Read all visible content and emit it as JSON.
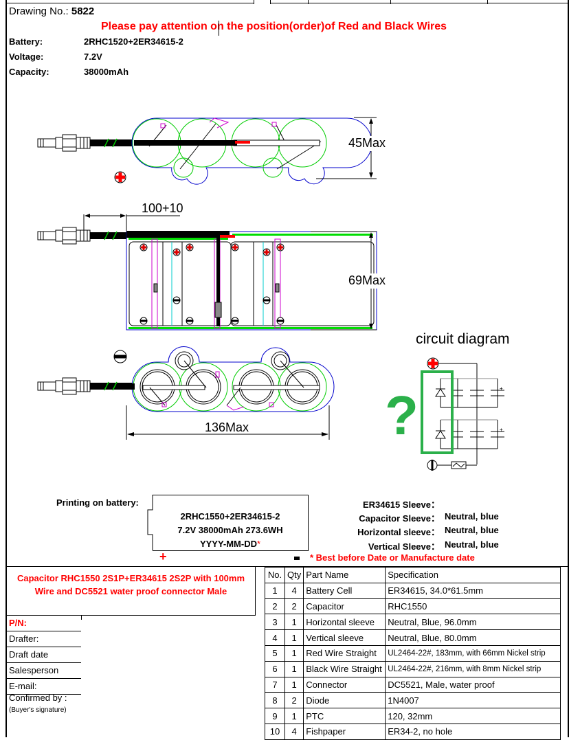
{
  "header": {
    "drawing_no_label": "Drawing No.:",
    "drawing_no": "5822",
    "attention": "Please pay attention on the position(order)of Red and Black Wires"
  },
  "specs": [
    {
      "label": "Battery:",
      "value": "2RHC1520+2ER34615-2"
    },
    {
      "label": "Voltage:",
      "value": "7.2V"
    },
    {
      "label": "Capacity:",
      "value": "38000mAh"
    }
  ],
  "dimensions": {
    "top_view_height": "45Max",
    "wire_length": "100+10",
    "side_view_height": "69Max",
    "bottom_view_width": "136Max"
  },
  "circuit": {
    "title": "circuit diagram",
    "question_mark": "?",
    "highlight_color": "#2bb04a"
  },
  "printing": {
    "label": "Printing on battery:",
    "lines": [
      "2RHC1550+2ER34615-2",
      "7.2V 38000mAh 273.6WH",
      "YYYY-MM-DD"
    ],
    "star": "*",
    "plus": "+",
    "note": "* Best before Date or Manufacture date"
  },
  "sleeves": [
    {
      "label": "ER34615 Sleeve：",
      "value": ""
    },
    {
      "label": "Capacitor Sleeve：",
      "value": "Neutral, blue"
    },
    {
      "label": "Horizontal sleeve：",
      "value": "Neutral, blue"
    },
    {
      "label": "Vertical  Sleeve：",
      "value": "Neutral, blue"
    }
  ],
  "title_block": {
    "description": "Capacitor RHC1550 2S1P+ER34615 2S2P with 100mm Wire and DC5521 water proof connector Male",
    "rows": [
      "P/N:",
      "Drafter:",
      "Draft date",
      "Salesperson",
      "E-mail:"
    ],
    "confirmed_by": "Confirmed by :",
    "buyer_signature": "(Buyer's signature)"
  },
  "bom": {
    "headers": [
      "No.",
      "Qty",
      "Part Name",
      "Specification"
    ],
    "rows": [
      [
        "1",
        "4",
        "Battery Cell",
        "ER34615, 34.0*61.5mm"
      ],
      [
        "2",
        "2",
        "Capacitor",
        "RHC1550"
      ],
      [
        "3",
        "1",
        "Horizontal sleeve",
        "Neutral, Blue, 96.0mm"
      ],
      [
        "4",
        "1",
        "Vertical sleeve",
        "Neutral, Blue, 80.0mm"
      ],
      [
        "5",
        "1",
        "Red Wire Straight",
        "UL2464-22#, 183mm, with 66mm Nickel strip"
      ],
      [
        "6",
        "1",
        "Black Wire Straight",
        "UL2464-22#, 216mm, with 8mm Nickel strip"
      ],
      [
        "7",
        "1",
        "Connector",
        "DC5521, Male, water proof"
      ],
      [
        "8",
        "2",
        "Diode",
        "1N4007"
      ],
      [
        "9",
        "1",
        "PTC",
        "120, 32mm"
      ],
      [
        "10",
        "4",
        "Fishpaper",
        "ER34-2, no hole"
      ]
    ]
  }
}
